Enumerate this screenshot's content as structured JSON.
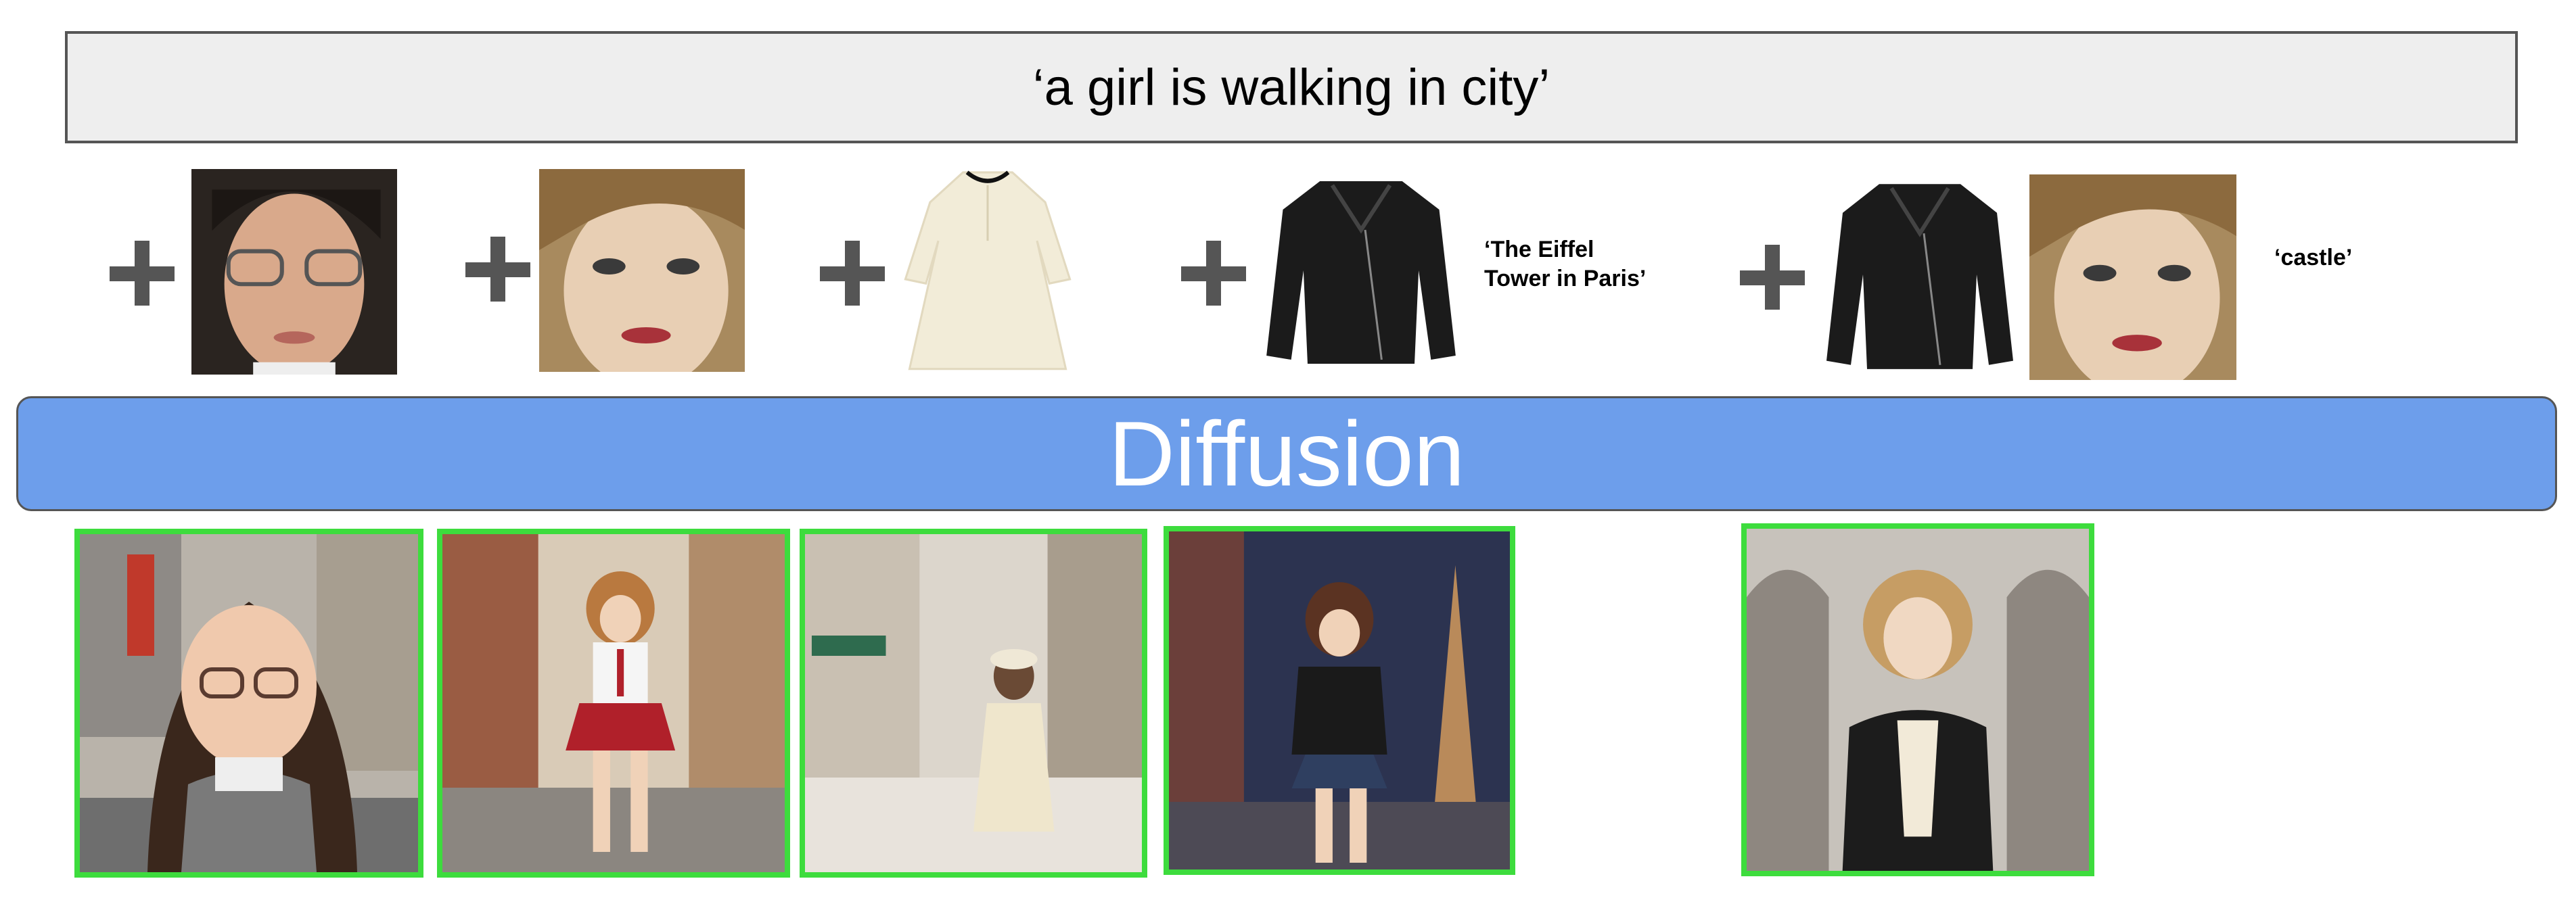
{
  "prompt": {
    "text": "‘a girl is walking in city’"
  },
  "conditions": [
    {
      "items": [
        "face-photo-glasses-girl"
      ]
    },
    {
      "items": [
        "face-photo-blonde-woman"
      ]
    },
    {
      "items": [
        "cream-dress-photo"
      ]
    },
    {
      "items": [
        "black-leather-jacket-photo"
      ],
      "text": "‘The Eiffel\nTower in Paris’"
    },
    {
      "items": [
        "black-leather-jacket-photo",
        "face-photo-blonde-woman"
      ],
      "text": "‘castle’"
    }
  ],
  "model": {
    "label": "Diffusion"
  },
  "outputs": [
    {
      "image": "girl-with-glasses-city-street"
    },
    {
      "image": "blonde-girl-red-skirt-city-street"
    },
    {
      "image": "girl-cream-dress-city-street"
    },
    {
      "image": "girl-leather-jacket-eiffel-tower"
    },
    {
      "image": "blonde-woman-leather-jacket-castle"
    }
  ],
  "colors": {
    "prompt_bg": "#eeeeee",
    "diffusion_bar": "#6d9eeb",
    "output_border": "#3ddc3d",
    "plus_sign": "#555555"
  }
}
